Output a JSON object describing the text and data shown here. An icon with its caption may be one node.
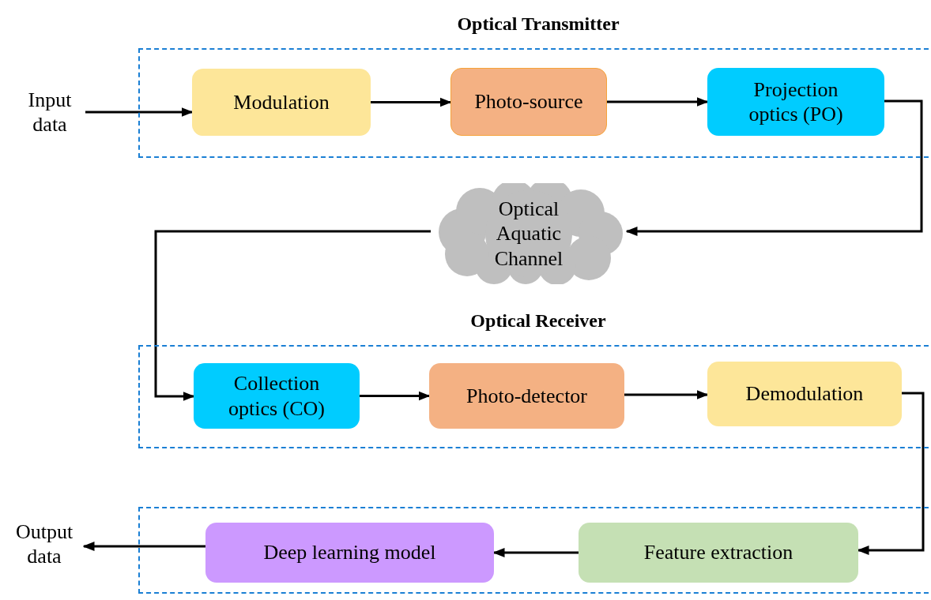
{
  "diagram": {
    "nodes": [
      {
        "text": [
          "Input data"
        ]
      },
      {
        "text": [
          "Optical Transmitter"
        ]
      },
      {
        "text": [
          "Modulation"
        ],
        "in": 1
      },
      {
        "text": [
          "Photo-source"
        ],
        "in": 1
      },
      {
        "text": [
          "Projection optics (PO)"
        ],
        "in": 1
      },
      {
        "text": [
          "Optical Aquatic Channel"
        ]
      },
      {
        "text": [
          "Optical Receiver"
        ]
      },
      {
        "text": [
          "Collection optics (CO)"
        ],
        "in": 6
      },
      {
        "text": [
          "Photo-detector"
        ],
        "in": 6
      },
      {
        "text": [
          "Demodulation"
        ],
        "in": 6
      },
      {
        "text": [
          "Output data"
        ]
      },
      {
        "text": [],
        "shape": "box"
      },
      {
        "text": [
          "Deep learning model"
        ],
        "in": 11
      },
      {
        "text": [
          "Feature extraction"
        ],
        "in": 11
      }
    ],
    "edges": [
      {
        "from": 0,
        "to": 2,
        "arrow": "to"
      },
      {
        "from": 2,
        "to": 3,
        "arrow": "to"
      },
      {
        "from": 3,
        "to": 4,
        "arrow": "to"
      },
      {
        "from": 4,
        "to": 5,
        "arrow": "to"
      },
      {
        "from": 5,
        "to": 7,
        "arrow": "to"
      },
      {
        "from": 7,
        "to": 8,
        "arrow": "to"
      },
      {
        "from": 8,
        "to": 9,
        "arrow": "to"
      },
      {
        "from": 9,
        "to": 13,
        "arrow": "to"
      },
      {
        "from": 13,
        "to": 12,
        "arrow": "to"
      },
      {
        "from": 12,
        "to": 10,
        "arrow": "to"
      }
    ]
  }
}
